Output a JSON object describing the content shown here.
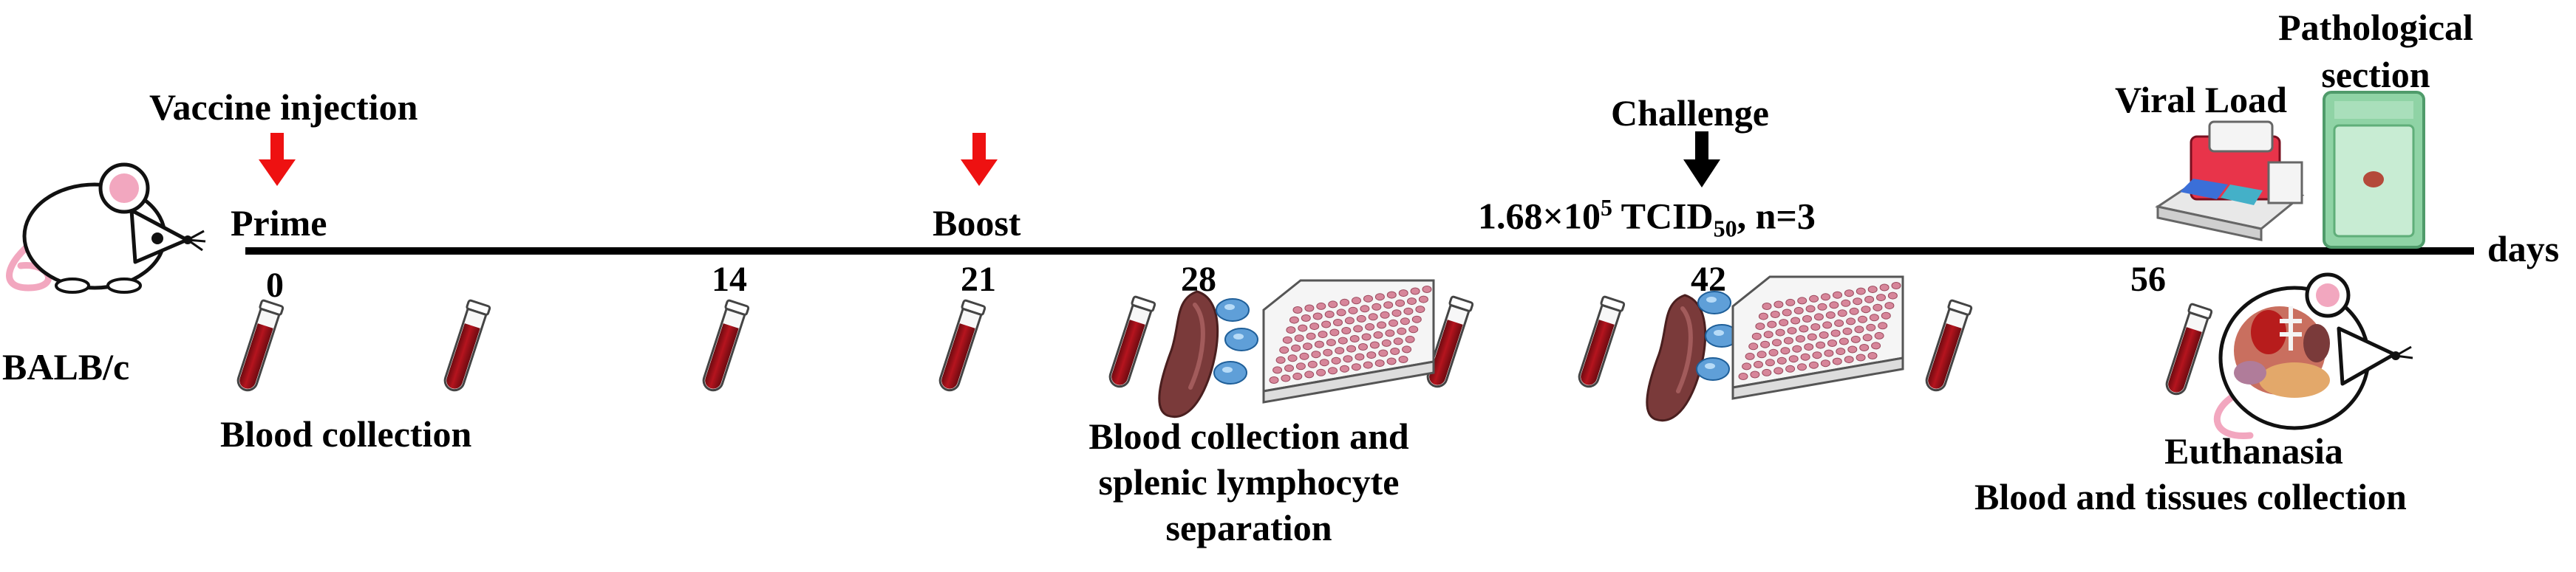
{
  "timeline": {
    "unit_label": "days",
    "day_ticks": [
      "0",
      "14",
      "21",
      "28",
      "42",
      "56"
    ]
  },
  "events": {
    "vaccine_injection": "Vaccine injection",
    "prime": "Prime",
    "boost": "Boost",
    "challenge": "Challenge",
    "challenge_dose": {
      "prefix": "1.68×10",
      "sup": "5",
      "mid": " TCID",
      "sub": "50",
      "suffix": ", n=3"
    },
    "viral_load": "Viral Load",
    "pathological_section_line1": "Pathological",
    "pathological_section_line2": "section"
  },
  "subjects": {
    "mouse_strain": "BALB/c"
  },
  "procedures": {
    "blood_collection": "Blood collection",
    "splenic_line1": "Blood collection and",
    "splenic_line2": "splenic lymphocyte",
    "splenic_line3": "separation",
    "euthanasia": "Euthanasia",
    "tissues_collection": "Blood and tissues collection"
  },
  "colors": {
    "timeline": "#000000",
    "injection_arrow": "#ee1111",
    "challenge_arrow": "#000000",
    "blood": "#a3121b",
    "spleen": "#7a3a3a",
    "lymphocyte": "#5f9fd8",
    "plate_well": "#d7869a",
    "mouse_ear": "#f2a7bf",
    "slide": "#8fd3a5"
  }
}
